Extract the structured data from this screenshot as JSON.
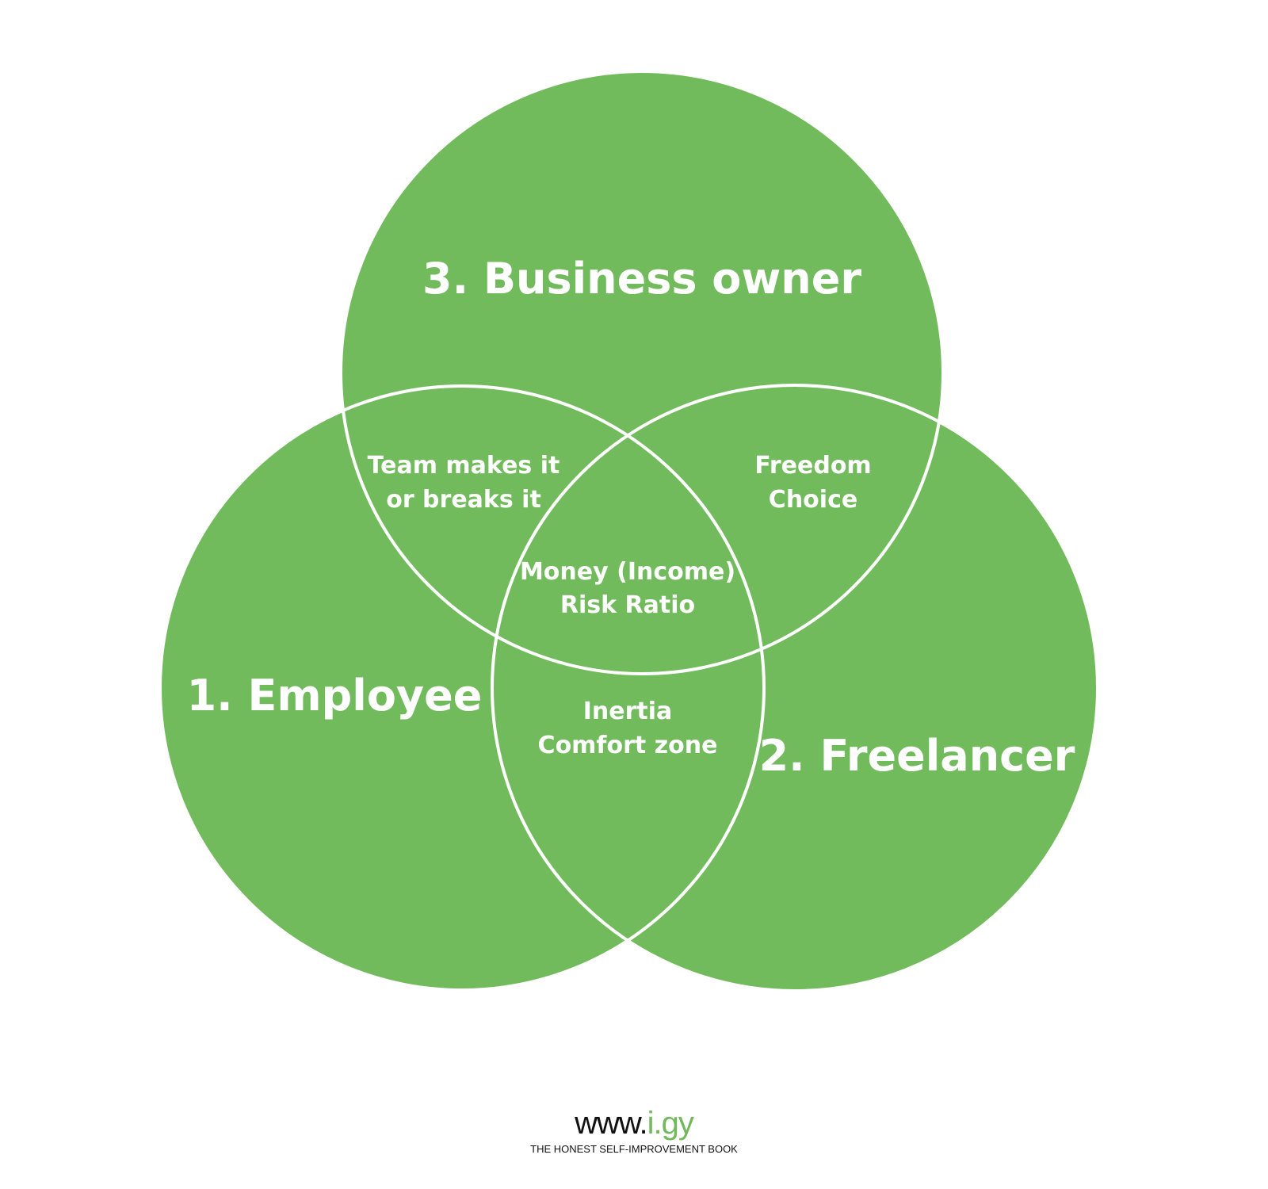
{
  "colors": {
    "circle_fill": "#72bb5d",
    "outline": "#ffffff",
    "accent": "#72b95c"
  },
  "circles": {
    "business_owner": "3. Business owner",
    "employee": "1. Employee",
    "freelancer": "2. Freelancer"
  },
  "overlaps": {
    "employee_business": [
      "Team makes it",
      "or breaks it"
    ],
    "business_freelancer": [
      "Freedom",
      "Choice"
    ],
    "center": [
      "Money (Income)",
      "Risk Ratio"
    ],
    "employee_freelancer": [
      "Inertia",
      "Comfort zone"
    ]
  },
  "footer": {
    "url_prefix": "www.",
    "url_domain": "i.gy",
    "tagline": "THE HONEST SELF-IMPROVEMENT BOOK"
  }
}
